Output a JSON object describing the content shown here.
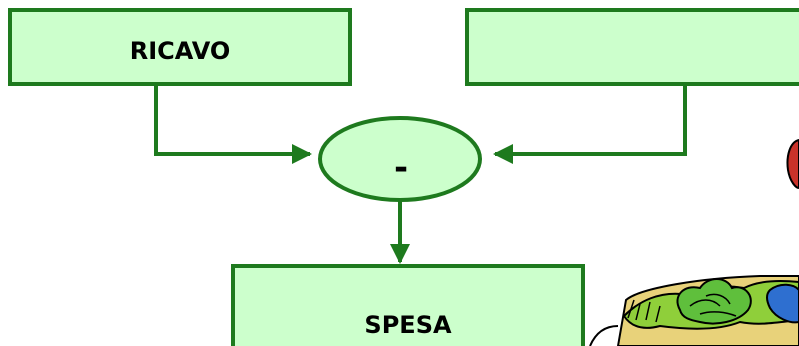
{
  "diagram": {
    "left_box": {
      "label": "RICAVO"
    },
    "right_box": {
      "label": ""
    },
    "operator": {
      "symbol": "-"
    },
    "result_box": {
      "label": "SPESA"
    }
  },
  "colors": {
    "box_fill": "#CCFFCC",
    "line": "#1E7A1E",
    "text": "#000000"
  },
  "clipart": {
    "icon": "vegetables-basket-clipart"
  }
}
